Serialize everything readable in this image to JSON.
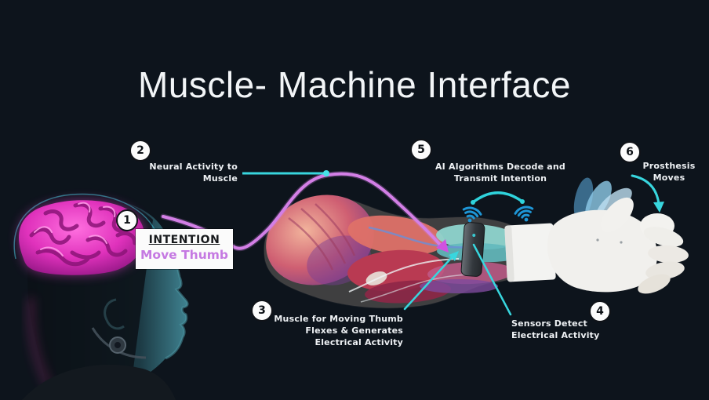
{
  "title": "Muscle- Machine Interface",
  "steps": {
    "1": {
      "num": "1",
      "heading": "INTENTION",
      "subheading": "Move Thumb"
    },
    "2": {
      "num": "2",
      "label": "Neural Activity to Muscle"
    },
    "3": {
      "num": "3",
      "label": "Muscle for Moving Thumb Flexes & Generates Electrical Activity"
    },
    "4": {
      "num": "4",
      "label": "Sensors Detect Electrical Activity"
    },
    "5": {
      "num": "5",
      "label": "AI Algorithms Decode and Transmit Intention"
    },
    "6": {
      "num": "6",
      "label": "Prosthesis Moves"
    }
  },
  "icons": {
    "wifi_left": "wifi-icon",
    "wifi_right": "wifi-icon",
    "transmission_arc": "signal-arc",
    "prosthesis_motion": "curved-arrow-icon"
  },
  "colors": {
    "background": "#0d141c",
    "accent_cyan": "#38d6de",
    "accent_pink": "#d37fe6",
    "wifi_blue": "#1e96d6",
    "brain_pink": "#e83fd0",
    "text": "#eef1f4"
  }
}
